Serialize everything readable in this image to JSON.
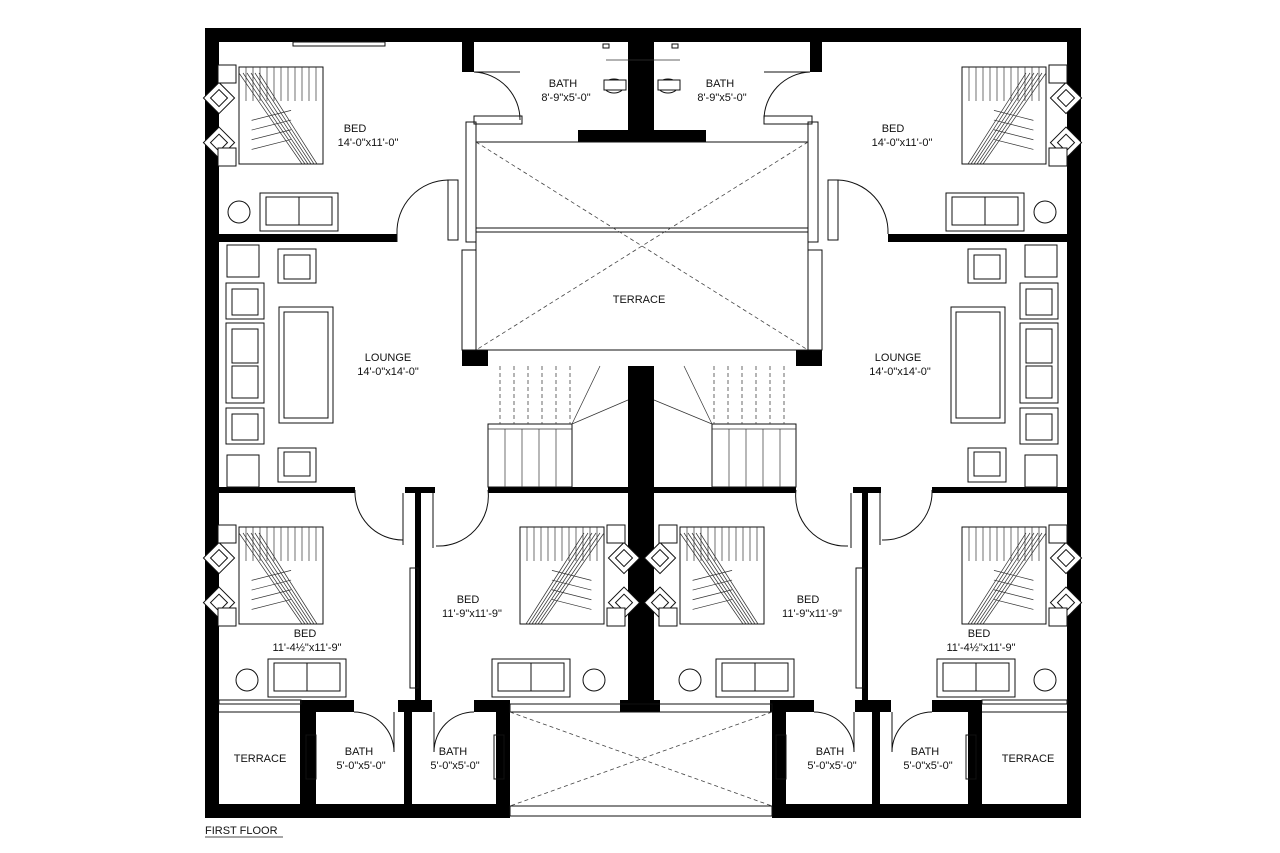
{
  "drawing": {
    "caption": "FIRST FLOOR",
    "rooms": {
      "bath_top_left": {
        "name": "BATH",
        "size": "8'-9\"x5'-0\""
      },
      "bath_top_right": {
        "name": "BATH",
        "size": "8'-9\"x5'-0\""
      },
      "bed_top_left": {
        "name": "BED",
        "size": "14'-0\"x11'-0\""
      },
      "bed_top_right": {
        "name": "BED",
        "size": "14'-0\"x11'-0\""
      },
      "terrace_center": {
        "name": "TERRACE"
      },
      "lounge_left": {
        "name": "LOUNGE",
        "size": "14'-0\"x14'-0\""
      },
      "lounge_right": {
        "name": "LOUNGE",
        "size": "14'-0\"x14'-0\""
      },
      "bed_lower_far_left": {
        "name": "BED",
        "size": "11'-4½\"x11'-9\""
      },
      "bed_lower_inner_left": {
        "name": "BED",
        "size": "11'-9\"x11'-9\""
      },
      "bed_lower_inner_right": {
        "name": "BED",
        "size": "11'-9\"x11'-9\""
      },
      "bed_lower_far_right": {
        "name": "BED",
        "size": "11'-4½\"x11'-9\""
      },
      "terrace_bottom_left": {
        "name": "TERRACE"
      },
      "terrace_bottom_right": {
        "name": "TERRACE"
      },
      "bath_b1": {
        "name": "BATH",
        "size": "5'-0\"x5'-0\""
      },
      "bath_b2": {
        "name": "BATH",
        "size": "5'-0\"x5'-0\""
      },
      "bath_b3": {
        "name": "BATH",
        "size": "5'-0\"x5'-0\""
      },
      "bath_b4": {
        "name": "BATH",
        "size": "5'-0\"x5'-0\""
      }
    }
  }
}
